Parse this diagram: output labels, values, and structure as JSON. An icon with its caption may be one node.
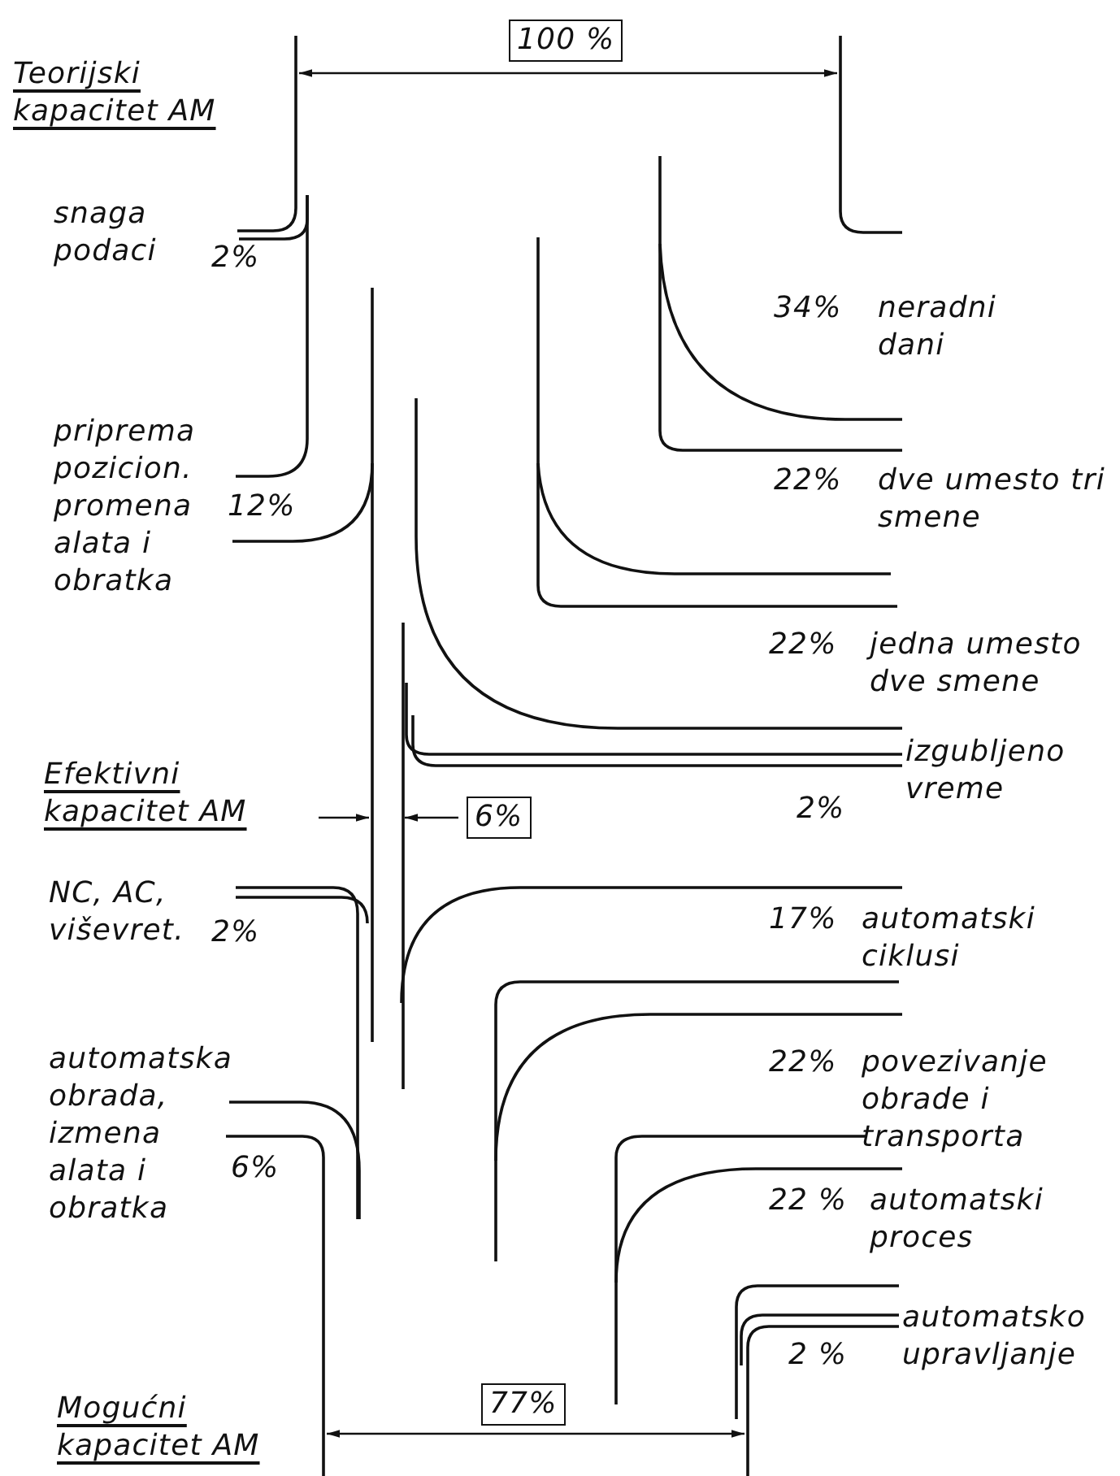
{
  "diagram": {
    "labels": [
      "Teorijski kapacitet AM",
      "100 %",
      "snaga podaci",
      "2%",
      "34%",
      "neradni dani",
      "priprema pozicion. promena alata i obratka",
      "12%",
      "22%",
      "dve umesto tri smene",
      "22%",
      "jedna umesto dve smene",
      "Efektivni kapacitet AM",
      "6%",
      "izgubljeno vreme",
      "2%",
      "NC, AC, viševret.",
      "2%",
      "17%",
      "automatski ciklusi",
      "automatska obrada, izmena alata i obratka",
      "6%",
      "22%",
      "povezivanje obrade i transporta",
      "22 %",
      "automatski proces",
      "automatsko upravljanje",
      "2 %",
      "77%",
      "Mogućni kapacitet AM"
    ]
  }
}
